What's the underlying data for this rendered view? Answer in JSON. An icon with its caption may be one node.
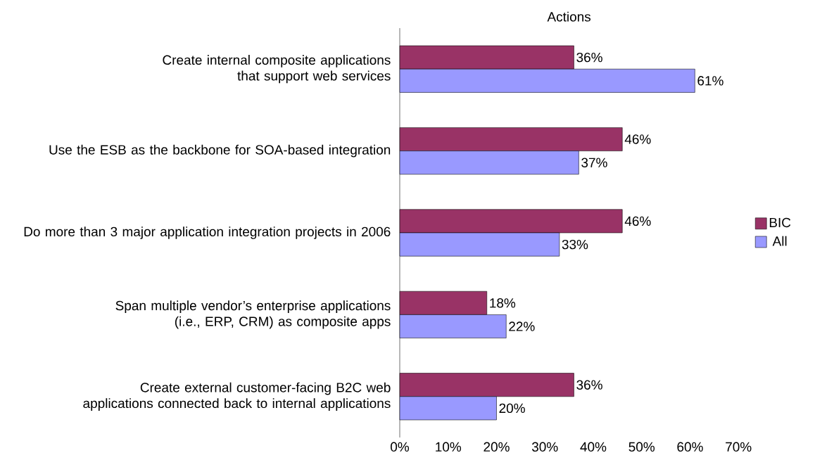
{
  "diagram": {
    "chart_data": {
      "type": "bar",
      "orientation": "horizontal",
      "title": "Actions",
      "categories": [
        "Create internal composite applications that support web services",
        "Use the ESB as the backbone for SOA-based integration",
        "Do more than 3 major application integration projects in 2006",
        "Span multiple vendor’s enterprise applications (i.e., ERP, CRM) as composite apps",
        "Create external customer-facing B2C web applications connected back to internal applications"
      ],
      "series": [
        {
          "name": "BIC",
          "color": "#993366",
          "values": [
            36,
            46,
            46,
            18,
            36
          ],
          "value_labels": [
            "36%",
            "46%",
            "46%",
            "18%",
            "36%"
          ]
        },
        {
          "name": "All",
          "color": "#9999ff",
          "values": [
            61,
            37,
            33,
            22,
            20
          ],
          "value_labels": [
            "61%",
            "37%",
            "33%",
            "22%",
            "20%"
          ]
        }
      ],
      "xlim": [
        0,
        70
      ],
      "xticks": [
        {
          "value": 0,
          "label": "0%"
        },
        {
          "value": 10,
          "label": "10%"
        },
        {
          "value": 20,
          "label": "20%"
        },
        {
          "value": 30,
          "label": "30%"
        },
        {
          "value": 40,
          "label": "40%"
        },
        {
          "value": 50,
          "label": "50%"
        },
        {
          "value": 60,
          "label": "60%"
        },
        {
          "value": 70,
          "label": "70%"
        }
      ],
      "data_labels": true,
      "legend": "right"
    }
  }
}
